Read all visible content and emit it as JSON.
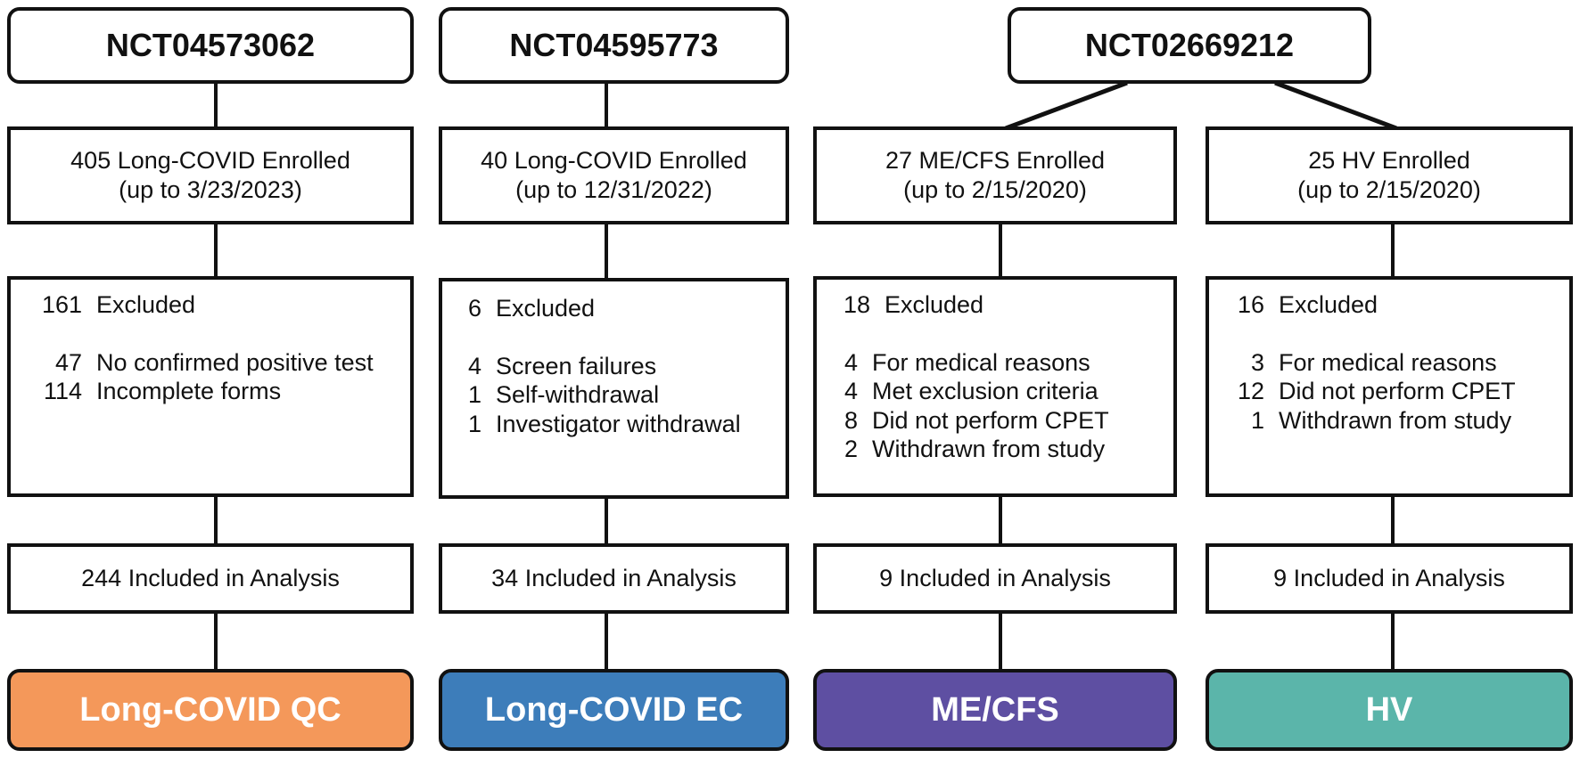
{
  "colors": {
    "long_covid_qc": "#F4985A",
    "long_covid_ec": "#3D7DBA",
    "me_cfs": "#5E4FA2",
    "hv": "#5BB5AA"
  },
  "trials": [
    {
      "id": "NCT04573062"
    },
    {
      "id": "NCT04595773"
    },
    {
      "id": "NCT02669212"
    }
  ],
  "columns": [
    {
      "enrolled": {
        "line1": "405 Long-COVID Enrolled",
        "line2": "(up to 3/23/2023)"
      },
      "excluded": {
        "count": "161",
        "label": "Excluded",
        "reasons": [
          {
            "count": "47",
            "label": "No confirmed positive test"
          },
          {
            "count": "114",
            "label": "Incomplete forms"
          }
        ]
      },
      "included": "244 Included in Analysis",
      "group": "Long-COVID QC"
    },
    {
      "enrolled": {
        "line1": "40 Long-COVID Enrolled",
        "line2": "(up to 12/31/2022)"
      },
      "excluded": {
        "count": "6",
        "label": "Excluded",
        "reasons": [
          {
            "count": "4",
            "label": "Screen failures"
          },
          {
            "count": "1",
            "label": "Self-withdrawal"
          },
          {
            "count": "1",
            "label": "Investigator withdrawal"
          }
        ]
      },
      "included": "34 Included in Analysis",
      "group": "Long-COVID EC"
    },
    {
      "enrolled": {
        "line1": "27 ME/CFS Enrolled",
        "line2": "(up to 2/15/2020)"
      },
      "excluded": {
        "count": "18",
        "label": "Excluded",
        "reasons": [
          {
            "count": "4",
            "label": "For medical reasons"
          },
          {
            "count": "4",
            "label": "Met exclusion criteria"
          },
          {
            "count": "8",
            "label": "Did not perform CPET"
          },
          {
            "count": "2",
            "label": "Withdrawn from study"
          }
        ]
      },
      "included": "9 Included in Analysis",
      "group": "ME/CFS"
    },
    {
      "enrolled": {
        "line1": "25 HV Enrolled",
        "line2": "(up to 2/15/2020)"
      },
      "excluded": {
        "count": "16",
        "label": "Excluded",
        "reasons": [
          {
            "count": "3",
            "label": "For medical reasons"
          },
          {
            "count": "12",
            "label": "Did not perform CPET"
          },
          {
            "count": "1",
            "label": "Withdrawn from study"
          }
        ]
      },
      "included": "9 Included in Analysis",
      "group": "HV"
    }
  ]
}
